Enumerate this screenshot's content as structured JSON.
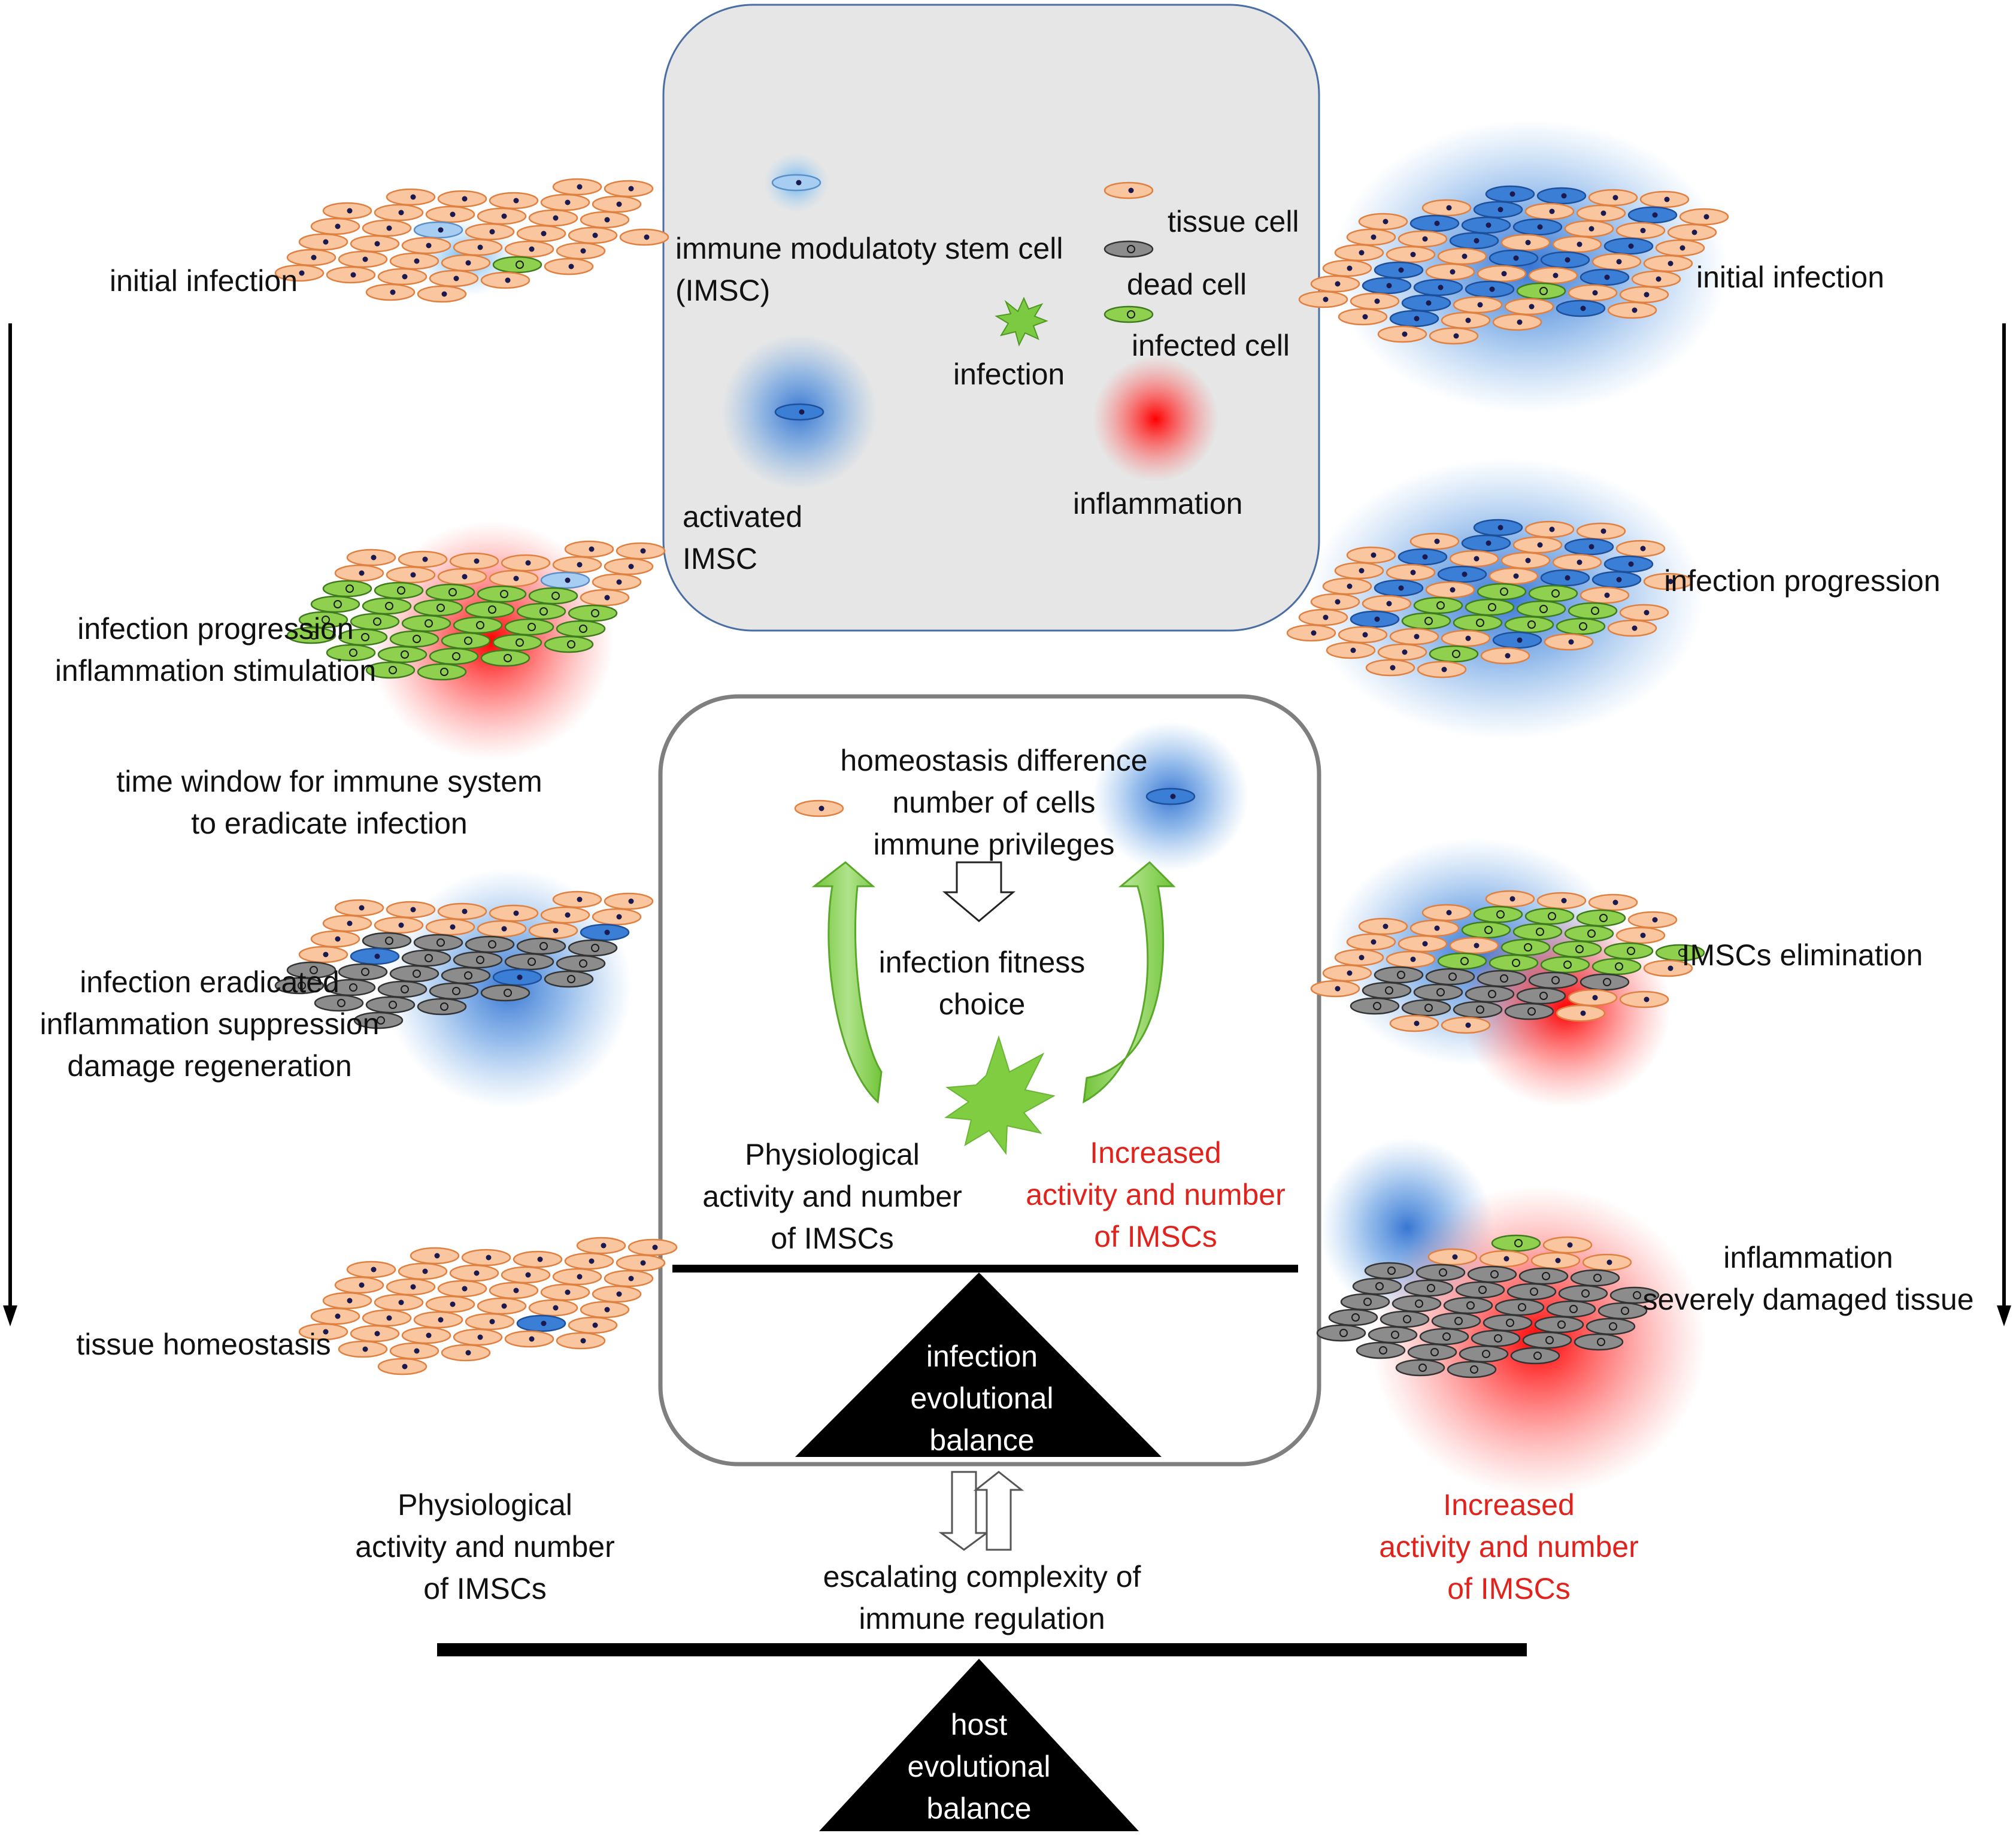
{
  "legend": {
    "imsc": [
      "immune modulatoty stem cell",
      "(IMSC)"
    ],
    "activated_imsc": [
      "activated",
      "IMSC"
    ],
    "tissue_cell": "tissue cell",
    "dead_cell": "dead cell",
    "infected_cell": "infected cell",
    "infection": "infection",
    "inflammation": "inflammation"
  },
  "left_column": {
    "stages": [
      {
        "label": [
          "initial infection"
        ]
      },
      {
        "label": [
          "infection progression",
          "inflammation stimulation"
        ]
      },
      {
        "label": [
          "time window for immune system",
          "to eradicate infection"
        ]
      },
      {
        "label": [
          "infection eradicated",
          "inflammation suppression",
          "damage regeneration"
        ]
      },
      {
        "label": [
          "tissue homeostasis"
        ]
      }
    ],
    "caption": [
      "Physiological",
      "activity and number",
      "of IMSCs"
    ]
  },
  "right_column": {
    "stages": [
      {
        "label": [
          "initial infection"
        ]
      },
      {
        "label": [
          "infection progression"
        ]
      },
      {
        "label": [
          "IMSCs elimination"
        ]
      },
      {
        "label": [
          "inflammation",
          "severely damaged tissue"
        ]
      }
    ],
    "caption": [
      "Increased",
      "activity and number",
      "of IMSCs"
    ]
  },
  "center_box": {
    "top_text": [
      "homeostasis difference",
      "number of cells",
      "immune privileges"
    ],
    "middle_text": [
      "infection fitness",
      "choice"
    ],
    "left_text": [
      "Physiological",
      "activity and number",
      "of IMSCs"
    ],
    "right_text": [
      "Increased",
      "activity and number",
      "of IMSCs"
    ],
    "fulcrum_text": [
      "infection",
      "evolutional",
      "balance"
    ]
  },
  "bottom": {
    "text": [
      "escalating complexity of",
      "immune regulation"
    ],
    "fulcrum_text": [
      "host",
      "evolutional",
      "balance"
    ]
  },
  "colors": {
    "tissue_fill": "#f9c6a0",
    "tissue_stroke": "#e08040",
    "dead_fill": "#8c8c8c",
    "infected_fill": "#8fd14f",
    "imsc_fill": "#3a7fd5",
    "inflammation": "#ff1a1a",
    "infection_star": "#7cc942",
    "highlight_red": "#e0231d",
    "legend_box": "#e6e6e6"
  }
}
